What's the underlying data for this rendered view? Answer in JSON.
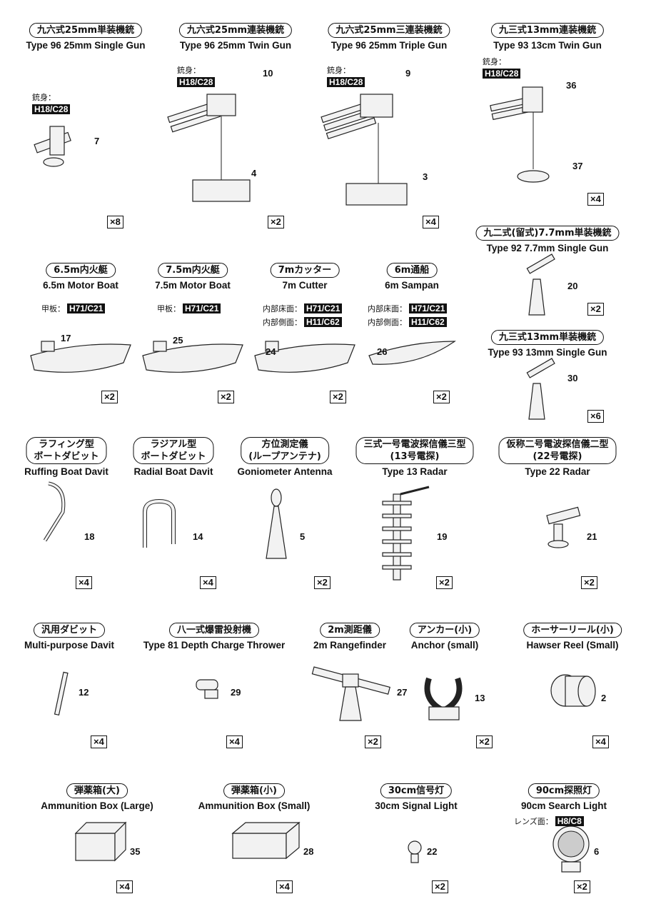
{
  "items": [
    {
      "jp": "九六式25mm単装機銃",
      "en": "Type 96 25mm Single Gun",
      "parts": [
        "7"
      ],
      "qty": "×8",
      "callouts": [
        {
          "label": "銃身：",
          "code": "H18/C28"
        }
      ]
    },
    {
      "jp": "九六式25mm連装機銃",
      "en": "Type 96 25mm Twin Gun",
      "parts": [
        "10",
        "4"
      ],
      "qty": "×2",
      "callouts": [
        {
          "label": "銃身：",
          "code": "H18/C28"
        }
      ]
    },
    {
      "jp": "九六式25mm三連装機銃",
      "en": "Type 96 25mm Triple Gun",
      "parts": [
        "9",
        "3"
      ],
      "qty": "×4",
      "callouts": [
        {
          "label": "銃身：",
          "code": "H18/C28"
        }
      ]
    },
    {
      "jp": "九三式13mm連装機銃",
      "en": "Type 93 13cm Twin Gun",
      "parts": [
        "36",
        "37"
      ],
      "qty": "×4",
      "callouts": [
        {
          "label": "銃身：",
          "code": "H18/C28"
        }
      ]
    },
    {
      "jp": "九二式(留式)7.7mm単装機銃",
      "en": "Type 92 7.7mm Single Gun",
      "parts": [
        "20"
      ],
      "qty": "×2",
      "callouts": []
    },
    {
      "jp": "九三式13mm単装機銃",
      "en": "Type 93 13mm Single Gun",
      "parts": [
        "30"
      ],
      "qty": "×6",
      "callouts": []
    },
    {
      "jp": "6.5m内火艇",
      "en": "6.5m Motor Boat",
      "parts": [
        "17"
      ],
      "qty": "×2",
      "callouts": [
        {
          "label": "甲板：",
          "code": "H71/C21"
        }
      ]
    },
    {
      "jp": "7.5m内火艇",
      "en": "7.5m Motor Boat",
      "parts": [
        "25"
      ],
      "qty": "×2",
      "callouts": [
        {
          "label": "甲板：",
          "code": "H71/C21"
        }
      ]
    },
    {
      "jp": "7mカッター",
      "en": "7m Cutter",
      "parts": [
        "24"
      ],
      "qty": "×2",
      "callouts": [
        {
          "label": "内部床面：",
          "code": "H71/C21"
        },
        {
          "label": "内部側面：",
          "code": "H11/C62"
        }
      ]
    },
    {
      "jp": "6m通船",
      "en": "6m Sampan",
      "parts": [
        "26"
      ],
      "qty": "×2",
      "callouts": [
        {
          "label": "内部床面：",
          "code": "H71/C21"
        },
        {
          "label": "内部側面：",
          "code": "H11/C62"
        }
      ]
    },
    {
      "jp": "ラフィング型\nボートダビット",
      "en": "Ruffing Boat Davit",
      "parts": [
        "18"
      ],
      "qty": "×4",
      "callouts": []
    },
    {
      "jp": "ラジアル型\nボートダビット",
      "en": "Radial Boat Davit",
      "parts": [
        "14"
      ],
      "qty": "×4",
      "callouts": []
    },
    {
      "jp": "方位測定儀\n(ループアンテナ)",
      "en": "Goniometer Antenna",
      "parts": [
        "5"
      ],
      "qty": "×2",
      "callouts": []
    },
    {
      "jp": "三式一号電波探信儀三型\n(13号電探)",
      "en": "Type 13 Radar",
      "parts": [
        "19"
      ],
      "qty": "×2",
      "callouts": []
    },
    {
      "jp": "仮称二号電波探信儀二型\n(22号電探)",
      "en": "Type 22 Radar",
      "parts": [
        "21"
      ],
      "qty": "×2",
      "callouts": []
    },
    {
      "jp": "汎用ダビット",
      "en": "Multi-purpose Davit",
      "parts": [
        "12"
      ],
      "qty": "×4",
      "callouts": []
    },
    {
      "jp": "八一式爆雷投射機",
      "en": "Type 81 Depth Charge Thrower",
      "parts": [
        "29"
      ],
      "qty": "×4",
      "callouts": []
    },
    {
      "jp": "2m測距儀",
      "en": "2m Rangefinder",
      "parts": [
        "27"
      ],
      "qty": "×2",
      "callouts": []
    },
    {
      "jp": "アンカー(小)",
      "en": "Anchor (small)",
      "parts": [
        "13"
      ],
      "qty": "×2",
      "callouts": []
    },
    {
      "jp": "ホーサーリール(小)",
      "en": "Hawser Reel (Small)",
      "parts": [
        "2"
      ],
      "qty": "×4",
      "callouts": []
    },
    {
      "jp": "弾薬箱(大)",
      "en": "Ammunition Box (Large)",
      "parts": [
        "35"
      ],
      "qty": "×4",
      "callouts": []
    },
    {
      "jp": "弾薬箱(小)",
      "en": "Ammunition Box (Small)",
      "parts": [
        "28"
      ],
      "qty": "×4",
      "callouts": []
    },
    {
      "jp": "30cm信号灯",
      "en": "30cm Signal Light",
      "parts": [
        "22"
      ],
      "qty": "×2",
      "callouts": []
    },
    {
      "jp": "90cm探照灯",
      "en": "90cm Search Light",
      "parts": [
        "6"
      ],
      "qty": "×2",
      "callouts": [
        {
          "label": "レンズ面：",
          "code": "H8/C8"
        }
      ]
    }
  ]
}
